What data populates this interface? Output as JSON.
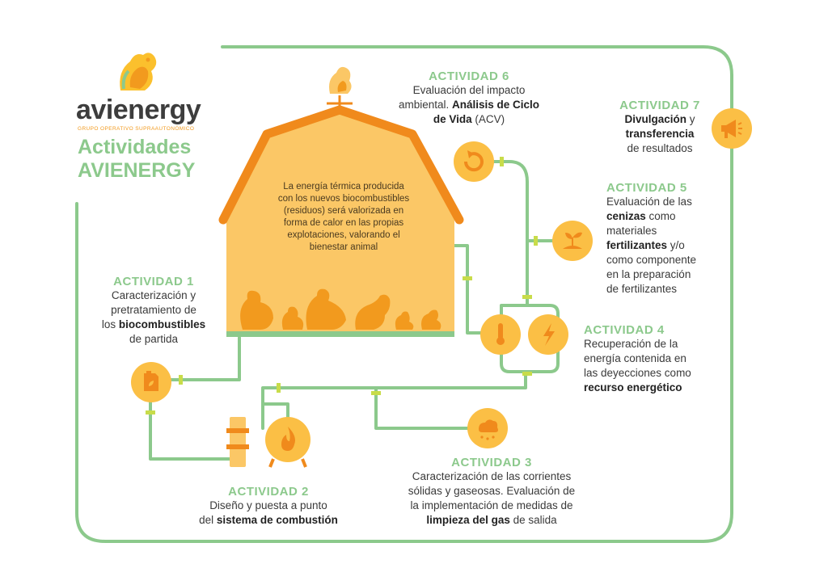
{
  "logo": {
    "name": "avienergy",
    "subtitle": "GRUPO OPERATIVO SUPRAAUTONÓMICO"
  },
  "heading": {
    "line1": "Actividades",
    "line2": "AVIENERGY"
  },
  "barn": {
    "text": "La energía térmica producida con los nuevos biocombustibles (residuos) será valorizada en forma de calor en las propias explotaciones, valorando el bienestar animal"
  },
  "colors": {
    "green": "#8cc98c",
    "orange": "#f29a1e",
    "yellow": "#fbbf45",
    "barn": "#fbc766",
    "roof": "#f08a1c"
  },
  "activities": [
    {
      "title": "ACTIVIDAD 1",
      "icon": "jerrycan-icon",
      "parts": [
        "Caracterización y",
        "pretratamiento de",
        "los ",
        "biocombustibles",
        "de partida"
      ]
    },
    {
      "title": "ACTIVIDAD 2",
      "icon": "flame-icon",
      "parts": [
        "Diseño y puesta a punto",
        "del ",
        "sistema de combustión"
      ]
    },
    {
      "title": "ACTIVIDAD 3",
      "icon": "gas-cloud-icon",
      "parts": [
        "Caracterización de las corrientes",
        "sólidas y gaseosas. Evaluación de",
        "la implementación de medidas de",
        "limpieza del gas",
        " de salida"
      ]
    },
    {
      "title": "ACTIVIDAD 4",
      "icon": "thermometer-icon",
      "parts": [
        "Recuperación de la",
        "energía contenida en",
        "las deyecciones como",
        "recurso energético"
      ]
    },
    {
      "title": "ACTIVIDAD 5",
      "icon": "sprout-icon",
      "parts": [
        "Evaluación de las",
        "cenizas",
        " como",
        "materiales",
        "fertilizantes",
        " y/o",
        "como componente",
        "en la preparación",
        "de fertilizantes"
      ]
    },
    {
      "title": "ACTIVIDAD 6",
      "icon": "cycle-icon",
      "parts": [
        "Evaluación del impacto",
        "ambiental. ",
        "Análisis de Ciclo",
        "de Vida",
        " (ACV)"
      ]
    },
    {
      "title": "ACTIVIDAD 7",
      "icon": "megaphone-icon",
      "parts": [
        "Divulgación",
        " y",
        "transferencia",
        "de resultados"
      ]
    }
  ]
}
